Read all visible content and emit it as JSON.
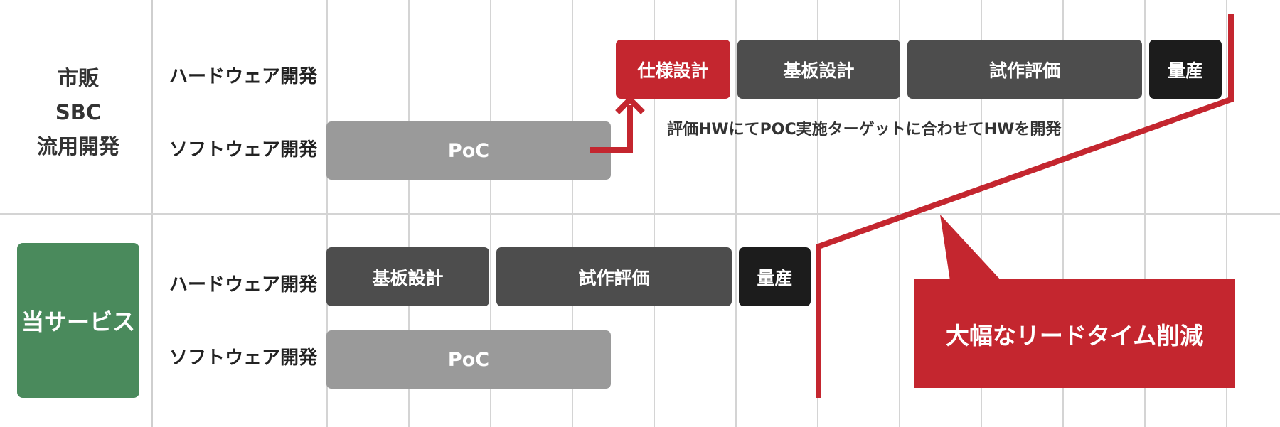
{
  "sections": {
    "top_label_lines": [
      "市販",
      "SBC",
      "流用開発"
    ],
    "bottom_label": "当サービス"
  },
  "rows": {
    "hw": "ハードウェア開発",
    "sw": "ソフトウェア開発"
  },
  "top": {
    "spec": "仕様設計",
    "board": "基板設計",
    "proto": "試作評価",
    "mass": "量産",
    "poc": "PoC"
  },
  "bottom": {
    "board": "基板設計",
    "proto": "試作評価",
    "mass": "量産",
    "poc": "PoC"
  },
  "note": "評価HWにてPOC実施ターゲットに合わせてHWを開発",
  "callout": "大幅なリードタイム削減",
  "colors": {
    "accent_red": "#c4262f",
    "service_green": "#4a8a5c",
    "block_dark": "#4d4d4d",
    "block_black": "#1c1c1c",
    "block_gray": "#9a9a9a"
  }
}
